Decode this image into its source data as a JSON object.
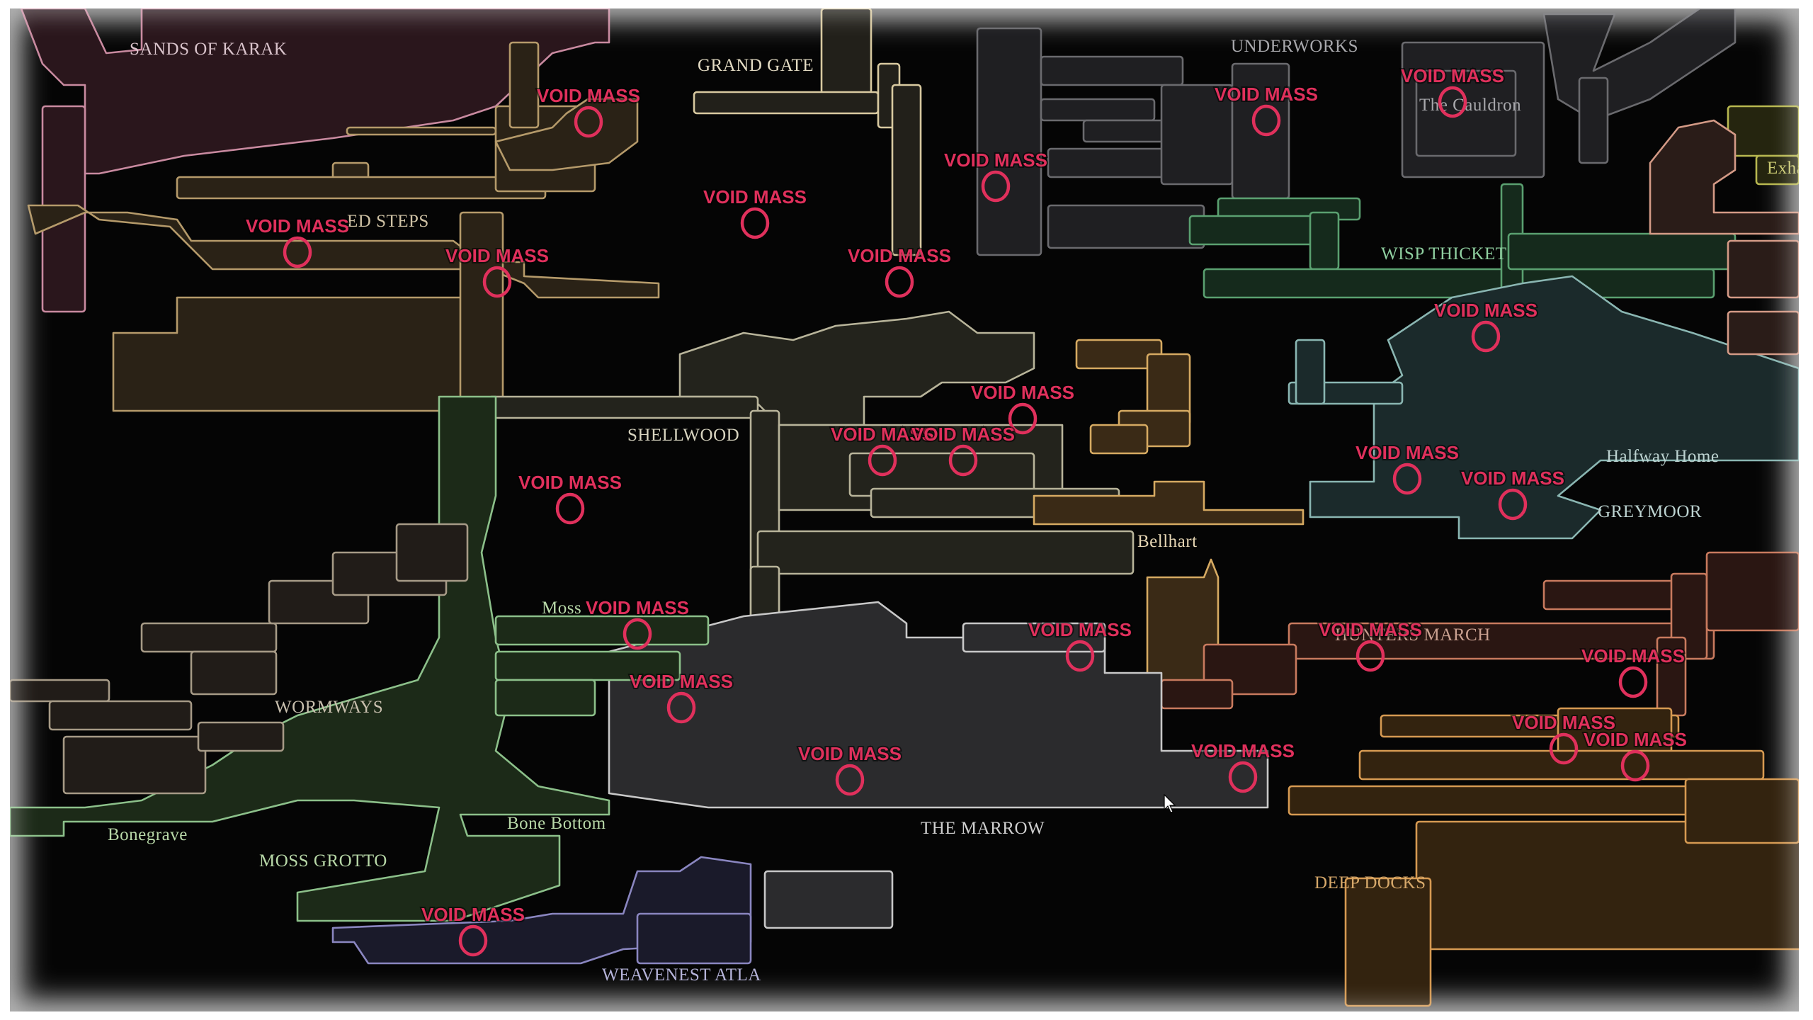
{
  "title": "Map – Void Mass Locations",
  "colors": {
    "marker": "#e0305c",
    "background": "#050505"
  },
  "regions": [
    {
      "id": "sands-of-karak",
      "name": "SANDS OF KARAK",
      "stroke": "#c98aa0",
      "fill": "#2a161c",
      "text": "#d9c3cb"
    },
    {
      "id": "marrow-north",
      "name": "",
      "stroke": "#b59a6a",
      "fill": "#2a2216",
      "text": "#cfc2a5"
    },
    {
      "id": "grand-gate",
      "name": "GRAND GATE",
      "stroke": "#d8c9a0",
      "fill": "#22201a",
      "text": "#e4dcc4"
    },
    {
      "id": "underworks",
      "name": "UNDERWORKS",
      "stroke": "#6a6a6e",
      "fill": "#1f1f22",
      "text": "#a8a8ac"
    },
    {
      "id": "wisp-thicket",
      "name": "WISP THICKET",
      "stroke": "#5aa070",
      "fill": "#152a1c",
      "text": "#8fcfa0"
    },
    {
      "id": "greymoor",
      "name": "GREYMOOR",
      "stroke": "#8ab6b2",
      "fill": "#1b2a2b",
      "text": "#bcd2d0"
    },
    {
      "id": "shellwood",
      "name": "SHELLWOOD",
      "stroke": "#b8b49a",
      "fill": "#23231c",
      "text": "#d8d4c0"
    },
    {
      "id": "bellhart",
      "name": "Bellhart",
      "stroke": "#d6aa62",
      "fill": "#3a2a16",
      "text": "#e6d6b4"
    },
    {
      "id": "hunters-march",
      "name": "HUNTERS MARCH",
      "stroke": "#c87a5e",
      "fill": "#2a1612",
      "text": "#c9a090"
    },
    {
      "id": "marrow",
      "name": "THE MARROW",
      "stroke": "#c8c8c8",
      "fill": "#2b2b2d",
      "text": "#d0d0d0"
    },
    {
      "id": "moss",
      "name": "MOSS GROTTO",
      "stroke": "#8cc08a",
      "fill": "#1c2a18",
      "text": "#b8d8a8"
    },
    {
      "id": "wormways",
      "name": "WORMWAYS",
      "stroke": "#a69a86",
      "fill": "#211c18",
      "text": "#c8bfae"
    },
    {
      "id": "deep-docks",
      "name": "DEEP DOCKS",
      "stroke": "#d69a52",
      "fill": "#33230f",
      "text": "#d6a86a"
    },
    {
      "id": "weavenest",
      "name": "WEAVENEST ATLA",
      "stroke": "#8a86c0",
      "fill": "#1a1a2a",
      "text": "#b4b2d8"
    },
    {
      "id": "exhaust",
      "name": "Exha",
      "stroke": "#b8b850",
      "fill": "#25250f",
      "text": "#c8c870"
    },
    {
      "id": "far-east",
      "name": "",
      "stroke": "#d49a86",
      "fill": "#2a1c18",
      "text": "#d4b0a0"
    }
  ],
  "labels": [
    {
      "text": "SANDS OF KARAK",
      "region": "sands-of-karak"
    },
    {
      "text": "GRAND GATE",
      "region": "grand-gate"
    },
    {
      "text": "UNDERWORKS",
      "region": "underworks"
    },
    {
      "text": "The Cauldron",
      "region": "underworks"
    },
    {
      "text": "Exha",
      "region": "exhaust"
    },
    {
      "text": "ED STEPS",
      "region": "marrow-north"
    },
    {
      "text": "WISP THICKET",
      "region": "wisp-thicket"
    },
    {
      "text": "SHELLWOOD",
      "region": "shellwood"
    },
    {
      "text": "Halfway Home",
      "region": "greymoor"
    },
    {
      "text": "GREYMOOR",
      "region": "greymoor"
    },
    {
      "text": "Bellhart",
      "region": "bellhart"
    },
    {
      "text": "Moss",
      "region": "moss"
    },
    {
      "text": "HUNTERS MARCH",
      "region": "hunters-march"
    },
    {
      "text": "WORMWAYS",
      "region": "wormways"
    },
    {
      "text": "Bonegrave",
      "region": "moss"
    },
    {
      "text": "Bone Bottom",
      "region": "moss"
    },
    {
      "text": "MOSS GROTTO",
      "region": "moss"
    },
    {
      "text": "THE MARROW",
      "region": "marrow"
    },
    {
      "text": "DEEP DOCKS",
      "region": "deep-docks"
    },
    {
      "text": "WEAVENEST ATLA",
      "region": "weavenest"
    }
  ],
  "markers": {
    "label": "VOID MASS",
    "count": 25,
    "items": [
      {
        "region": "marrow-north"
      },
      {
        "region": "underworks"
      },
      {
        "region": "underworks"
      },
      {
        "region": "underworks"
      },
      {
        "region": "marrow-north"
      },
      {
        "region": "grand-gate"
      },
      {
        "region": "marrow-north"
      },
      {
        "region": "shellwood"
      },
      {
        "region": "greymoor"
      },
      {
        "region": "shellwood"
      },
      {
        "region": "shellwood"
      },
      {
        "region": "shellwood"
      },
      {
        "region": "shellwood"
      },
      {
        "region": "greymoor"
      },
      {
        "region": "greymoor"
      },
      {
        "region": "moss"
      },
      {
        "region": "marrow"
      },
      {
        "region": "hunters-march"
      },
      {
        "region": "hunters-march"
      },
      {
        "region": "marrow"
      },
      {
        "region": "deep-docks"
      },
      {
        "region": "deep-docks"
      },
      {
        "region": "marrow"
      },
      {
        "region": "marrow"
      },
      {
        "region": "weavenest"
      }
    ]
  }
}
